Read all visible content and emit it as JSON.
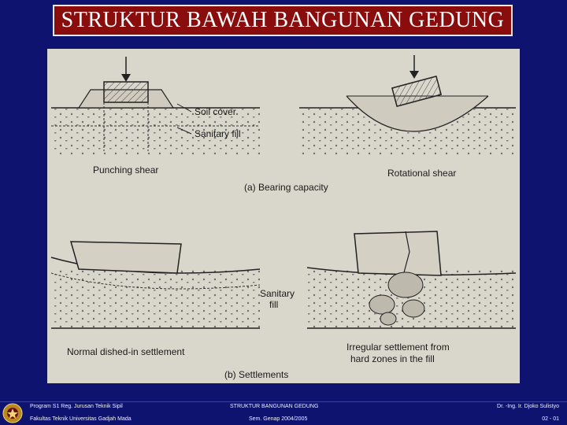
{
  "slide": {
    "title": "STRUKTUR BAWAH BANGUNAN GEDUNG"
  },
  "figure": {
    "labels": {
      "soil_cover": "Soil cover",
      "sanitary_fill_top": "Sanitary fill",
      "punching_shear": "Punching shear",
      "rotational_shear": "Rotational shear",
      "bearing_capacity": "(a) Bearing capacity",
      "sanitary_fill_bottom_1": "Sanitary",
      "sanitary_fill_bottom_2": "fill",
      "normal_settlement": "Normal dished-in settlement",
      "irregular_settlement_1": "Irregular settlement from",
      "irregular_settlement_2": "hard zones in the fill",
      "settlements": "(b) Settlements"
    }
  },
  "footer": {
    "program": "Program S1 Reg. Jurusan Teknik Sipil",
    "faculty": "Fakultas Teknik Universitas Gadjah Mada",
    "course": "STRUKTUR BANGUNAN GEDUNG",
    "semester": "Sem. Genap 2004/2005",
    "author": "Dr. -Ing. Ir. Djoko Sulistyo",
    "page": "02 - 01"
  },
  "colors": {
    "background": "#0f1370",
    "title_box": "#8a0d0d",
    "figure_paper": "#d9d6cc"
  }
}
